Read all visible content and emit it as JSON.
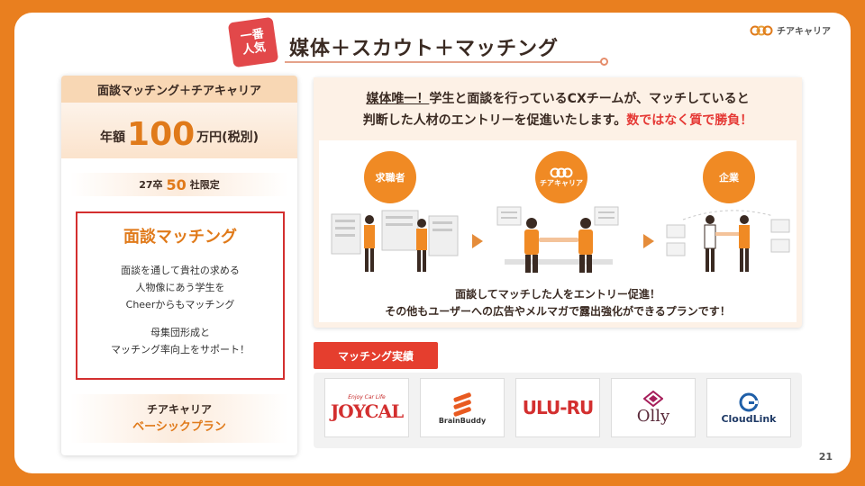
{
  "header": {
    "badge_line1": "一番",
    "badge_line2": "人気",
    "title": "媒体＋スカウト＋マッチング",
    "brand": "チアキャリア",
    "page_number": "21"
  },
  "left_panel": {
    "heading": "面談マッチング＋チアキャリア",
    "price_prefix": "年額",
    "price_value": "100",
    "price_suffix": "万円(税別)",
    "limit_prefix": "27卒",
    "limit_value": "50",
    "limit_suffix": "社限定",
    "box_title": "面談マッチング",
    "box_text": [
      "面談を通して貴社の求める",
      "人物像にあう学生を",
      "Cheerからもマッチング"
    ],
    "box_text2": [
      "母集団形成と",
      "マッチング率向上をサポート！"
    ],
    "plan_line1": "チアキャリア",
    "plan_line2": "ベーシックプラン"
  },
  "right_panel": {
    "head_underlined": "媒体唯一！",
    "head_line1_rest": "学生と面談を行っているCXチームが、マッチしていると",
    "head_line2_start": "判断した人材のエントリーを促進いたします。",
    "head_line2_red": "数ではなく質で勝負！",
    "step1": "求職者",
    "step2": "チアキャリア",
    "step3": "企業",
    "caption_line1": "面談してマッチした人をエントリー促進！",
    "caption_line2": "その他もユーザーへの広告やメルマガで露出強化ができるプランです！"
  },
  "results": {
    "label": "マッチング実績",
    "logos": [
      {
        "top": "Enjoy Car Life",
        "name": "JOYCAL"
      },
      {
        "name": "BrainBuddy"
      },
      {
        "name": "ULU-RU"
      },
      {
        "name": "Olly"
      },
      {
        "name": "CloudLink"
      }
    ]
  },
  "colors": {
    "accent_orange": "#E07A1A",
    "frame_orange": "#E97F1F",
    "red": "#E53935"
  }
}
